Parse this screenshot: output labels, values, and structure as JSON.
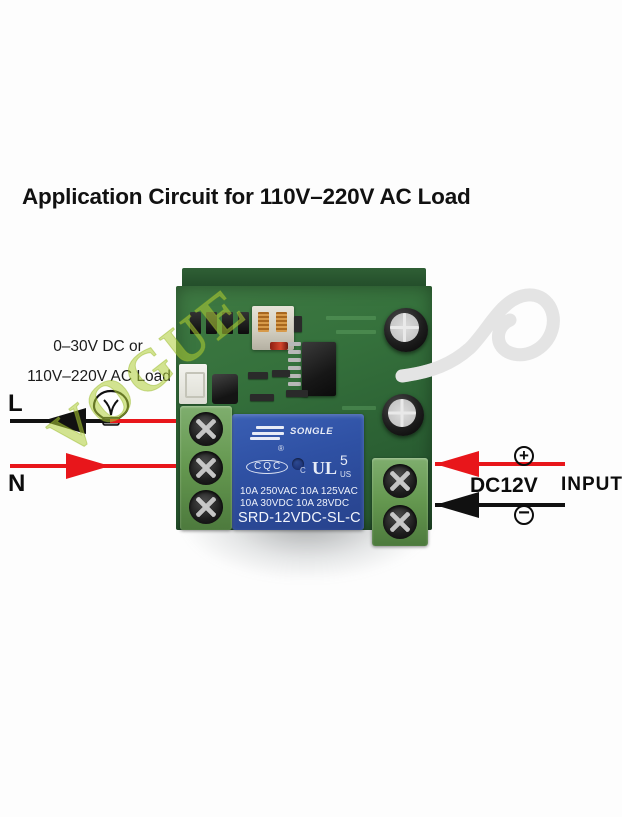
{
  "title": "Application Circuit for 110V–220V AC Load",
  "load_annotation": {
    "line1": "0–30V DC or",
    "line2": "110V–220V AC Load",
    "terminal_l": "L",
    "terminal_n": "N",
    "bulb_icon": "light-bulb-icon"
  },
  "power_annotation": {
    "voltage": "DC12V",
    "input": "INPUT",
    "plus": "+",
    "minus": "−"
  },
  "colors": {
    "live_wire": "#e8161b",
    "neutral_wire": "#e8161b",
    "black_wire": "#111111",
    "pcb_green": "#35713c",
    "relay_blue": "#2f51a4",
    "terminal_green": "#64974f",
    "watermark": "#afcd37"
  },
  "relay": {
    "brand": "SONGLE",
    "registered": "®",
    "cqc": "CQC",
    "ul": "UL",
    "ul_number": "5",
    "ul_us": "US",
    "c_mark": "C",
    "rating_line1": "10A 250VAC    10A 125VAC",
    "rating_line2": "10A 30VDC     10A 28VDC",
    "part_number": "SRD-12VDC-SL-C"
  },
  "watermark": {
    "text": "VOGUE"
  }
}
